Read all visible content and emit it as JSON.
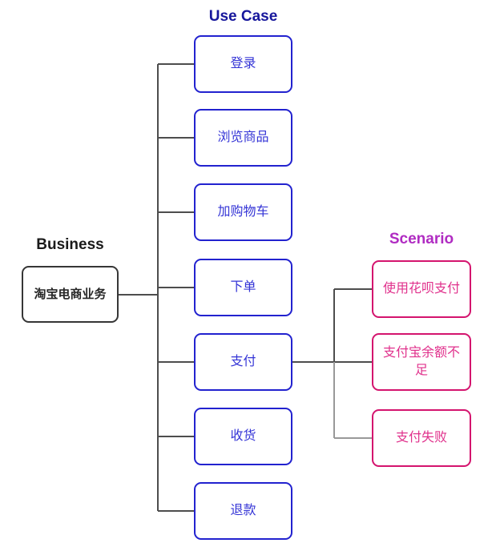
{
  "headers": {
    "business": "Business",
    "usecase": "Use Case",
    "scenario": "Scenario"
  },
  "nodes": {
    "business": {
      "label": "淘宝电商业务"
    },
    "usecases": [
      {
        "label": "登录"
      },
      {
        "label": "浏览商品"
      },
      {
        "label": "加购物车"
      },
      {
        "label": "下单"
      },
      {
        "label": "支付"
      },
      {
        "label": "收货"
      },
      {
        "label": "退款"
      }
    ],
    "scenarios": [
      {
        "label": "使用花呗支付"
      },
      {
        "label": "支付宝余额不足"
      },
      {
        "label": "支付失败"
      }
    ]
  },
  "edges": [
    {
      "from": "淘宝电商业务",
      "to": "登录"
    },
    {
      "from": "淘宝电商业务",
      "to": "浏览商品"
    },
    {
      "from": "淘宝电商业务",
      "to": "加购物车"
    },
    {
      "from": "淘宝电商业务",
      "to": "下单"
    },
    {
      "from": "淘宝电商业务",
      "to": "支付"
    },
    {
      "from": "淘宝电商业务",
      "to": "收货"
    },
    {
      "from": "淘宝电商业务",
      "to": "退款"
    },
    {
      "from": "支付",
      "to": "使用花呗支付"
    },
    {
      "from": "支付",
      "to": "支付宝余额不足"
    },
    {
      "from": "支付",
      "to": "支付失败"
    }
  ],
  "colors": {
    "background": "#ffffff",
    "usecase-border": "#2222cf",
    "usecase-text": "#3434d6",
    "usecase-header": "#17179c",
    "scenario-border": "#d4146e",
    "scenario-text": "#e0318c",
    "scenario-header": "#b02cc2",
    "business-border": "#363636",
    "business-text": "#262626",
    "business-header": "#1a1a1a",
    "line": "#4d4d4d",
    "line-light": "#999999"
  }
}
